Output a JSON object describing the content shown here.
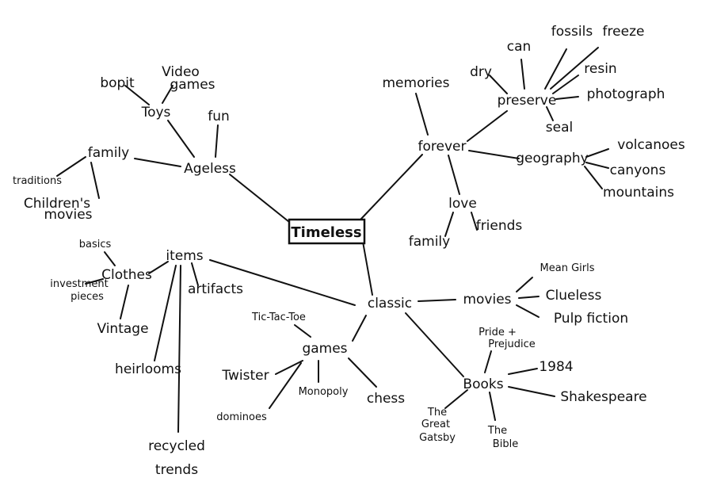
{
  "center": "Timeless",
  "branches": {
    "ageless": "Ageless",
    "toys": "Toys",
    "bopit": "bopit",
    "video_games_1": "Video",
    "video_games_2": "games",
    "fun": "fun",
    "family": "family",
    "traditions": "traditions",
    "childrens_movies_1": "Children's",
    "childrens_movies_2": "movies",
    "forever": "forever",
    "memories": "memories",
    "preserve": "preserve",
    "dry": "dry",
    "can": "can",
    "fossils": "fossils",
    "freeze": "freeze",
    "resin": "resin",
    "photograph": "photograph",
    "seal": "seal",
    "geography": "geography",
    "volcanoes": "volcanoes",
    "canyons": "canyons",
    "mountains": "mountains",
    "love": "love",
    "love_family": "family",
    "friends": "friends",
    "classic": "classic",
    "movies": "movies",
    "mean_girls": "Mean Girls",
    "clueless": "Clueless",
    "pulp_fiction": "Pulp fiction",
    "books": "Books",
    "pride_1": "Pride +",
    "pride_2": "Prejudice",
    "b1984": "1984",
    "shakespeare": "Shakespeare",
    "bible_1": "The",
    "bible_2": "Bible",
    "gatsby_1": "The",
    "gatsby_2": "Great",
    "gatsby_3": "Gatsby",
    "games": "games",
    "tic_tac_toe": "Tic-Tac-Toe",
    "twister": "Twister",
    "monopoly": "Monopoly",
    "chess": "chess",
    "dominoes": "dominoes",
    "items": "items",
    "clothes": "Clothes",
    "basics": "basics",
    "investment_1": "investment",
    "investment_2": "pieces",
    "vintage": "Vintage",
    "artifacts": "artifacts",
    "heirlooms": "heirlooms",
    "recycled_1": "recycled",
    "recycled_2": "trends"
  }
}
